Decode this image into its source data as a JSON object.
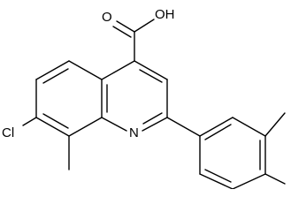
{
  "diagram": {
    "type": "chemical-structure",
    "labels": {
      "carboxyl_oxygen": "O",
      "hydroxyl": "OH",
      "chlorine": "Cl",
      "ring_nitrogen": "N"
    },
    "colors": {
      "background": "#ffffff",
      "ink": "#000000"
    }
  }
}
